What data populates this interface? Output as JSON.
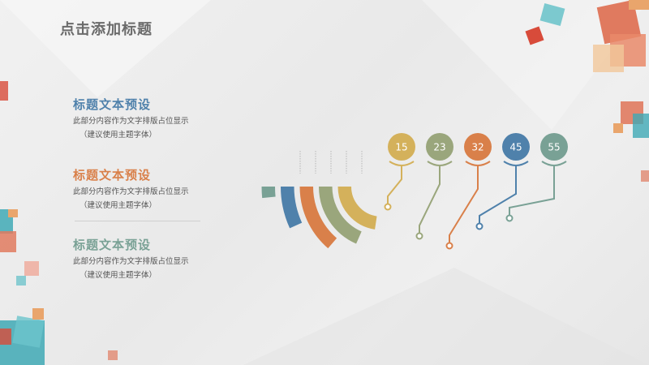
{
  "title": "点击添加标题",
  "blocks": [
    {
      "heading": "标题文本预设",
      "line1": "此部分内容作为文字排版占位显示",
      "line2": "（建议使用主题字体）",
      "color": "#4f81ab"
    },
    {
      "heading": "标题文本预设",
      "line1": "此部分内容作为文字排版占位显示",
      "line2": "（建议使用主题字体）",
      "color": "#d9804a"
    },
    {
      "heading": "标题文本预设",
      "line1": "此部分内容作为文字排版占位显示",
      "line2": "（建议使用主题字体）",
      "color": "#79a195"
    }
  ],
  "chart_data": {
    "type": "nested-arc",
    "values": [
      15,
      23,
      32,
      45,
      55
    ],
    "colors": [
      "#d4b15b",
      "#9aa67c",
      "#d9804a",
      "#4f81ab",
      "#79a195"
    ]
  }
}
